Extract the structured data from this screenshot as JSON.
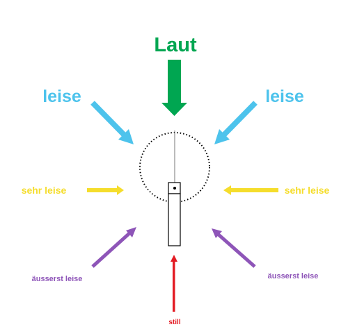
{
  "colors": {
    "loud": "#00a651",
    "quiet": "#4dc3ec",
    "very_quiet": "#f5dd2c",
    "extremely_quiet": "#8e55b8",
    "silent": "#e31b23",
    "outline": "#000000",
    "background": "#ffffff"
  },
  "labels": {
    "top": "Laut",
    "upper_left": "leise",
    "upper_right": "leise",
    "middle_left": "sehr leise",
    "middle_right": "sehr leise",
    "lower_left": "äusserst leise",
    "lower_right": "äusserst leise",
    "bottom": "still"
  },
  "shapes": {
    "polar_pattern": "dotted-circle",
    "microphone": "rectangle-with-capsule"
  }
}
